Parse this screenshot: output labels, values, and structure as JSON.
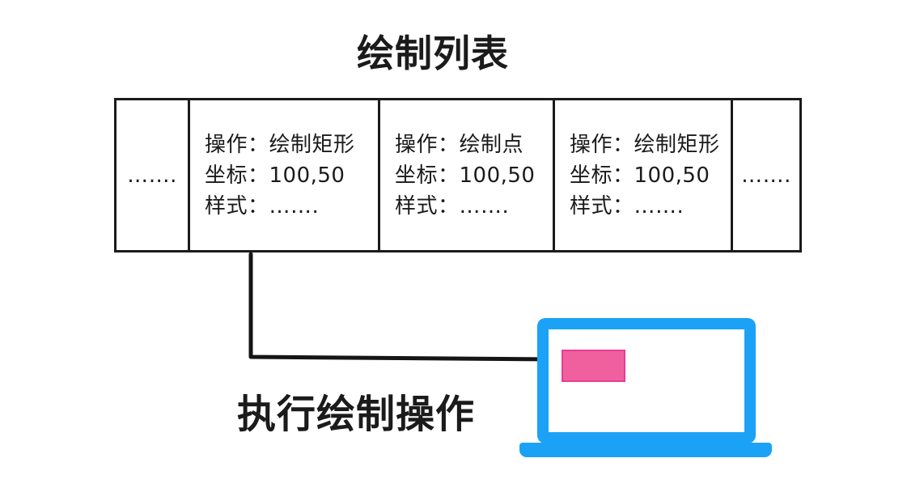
{
  "title": "绘制列表",
  "bottom_label": "执行绘制操作",
  "table": {
    "cells": [
      {
        "lines": [
          "……."
        ]
      },
      {
        "lines": [
          "操作：绘制矩形",
          "坐标：100,50",
          "样式：……."
        ]
      },
      {
        "lines": [
          "操作：绘制点",
          "坐标：100,50",
          "样式：……."
        ]
      },
      {
        "lines": [
          "操作：绘制矩形",
          "坐标：100,50",
          "样式：……."
        ]
      },
      {
        "lines": [
          "……."
        ]
      }
    ]
  },
  "colors": {
    "ink": "#1b1b1b",
    "background": "#ffffff",
    "laptop_blue": "#1BA2F6",
    "rect_pink_fill": "#F0609F",
    "rect_pink_border": "#E83C96"
  }
}
